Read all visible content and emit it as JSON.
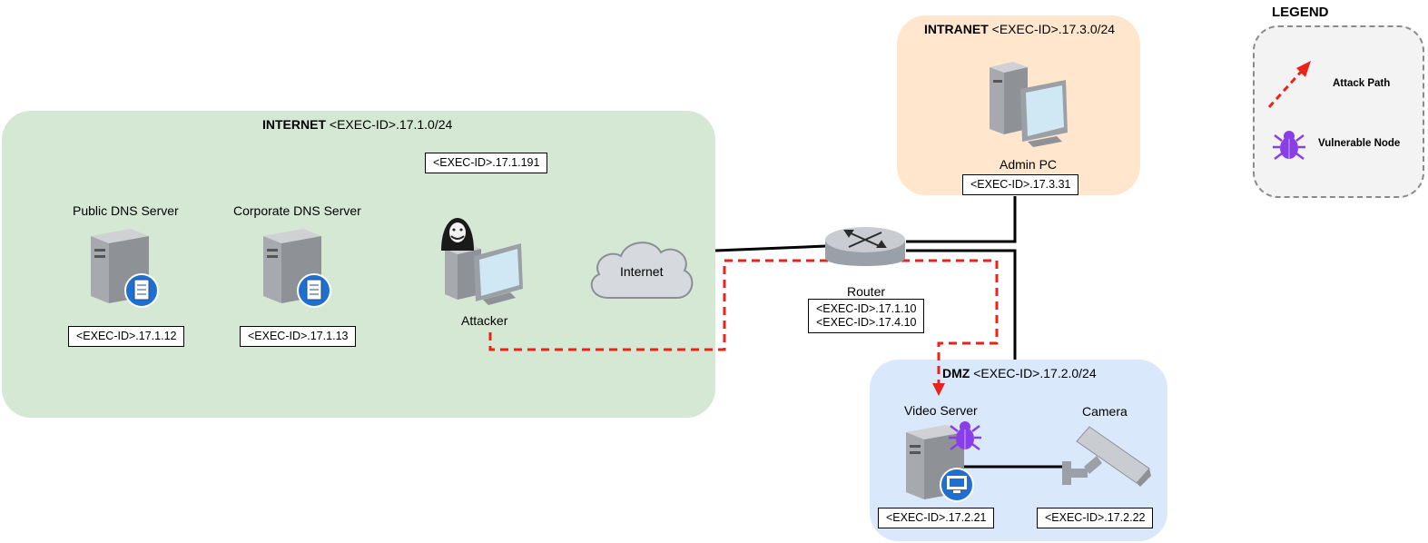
{
  "zones": {
    "internet": {
      "name": "INTERNET",
      "subnet": "<EXEC-ID>.17.1.0/24",
      "color": "#d5e8d4"
    },
    "intranet": {
      "name": "INTRANET",
      "subnet": "<EXEC-ID>.17.3.0/24",
      "color": "#ffe6cc"
    },
    "dmz": {
      "name": "DMZ",
      "subnet": "<EXEC-ID>.17.2.0/24",
      "color": "#dae8fc"
    }
  },
  "nodes": {
    "public_dns": {
      "label": "Public DNS Server",
      "ip": "<EXEC-ID>.17.1.12",
      "icon": "dns-server-icon"
    },
    "corporate_dns": {
      "label": "Corporate DNS Server",
      "ip": "<EXEC-ID>.17.1.13",
      "icon": "dns-server-icon"
    },
    "attacker": {
      "label": "Attacker",
      "ip": "<EXEC-ID>.17.1.191",
      "icon": "hacker-pc-icon"
    },
    "internet_cloud": {
      "label": "Internet",
      "icon": "cloud-icon"
    },
    "router": {
      "label": "Router",
      "ip_lines": [
        "<EXEC-ID>.17.1.10",
        "<EXEC-ID>.17.4.10"
      ],
      "icon": "router-icon"
    },
    "admin_pc": {
      "label": "Admin PC",
      "ip": "<EXEC-ID>.17.3.31",
      "icon": "workstation-icon"
    },
    "video_server": {
      "label": "Video Server",
      "ip": "<EXEC-ID>.17.2.21",
      "icon": "video-server-icon",
      "vulnerable": true
    },
    "camera": {
      "label": "Camera",
      "ip": "<EXEC-ID>.17.2.22",
      "icon": "security-camera-icon"
    }
  },
  "legend": {
    "title": "LEGEND",
    "items": [
      {
        "label": "Attack Path",
        "icon": "dashed-red-arrow-icon"
      },
      {
        "label": "Vulnerable Node",
        "icon": "purple-bug-icon"
      }
    ]
  },
  "colors": {
    "attack_path": "#e8231a",
    "link": "#000000",
    "bug": "#8a3ee8"
  }
}
